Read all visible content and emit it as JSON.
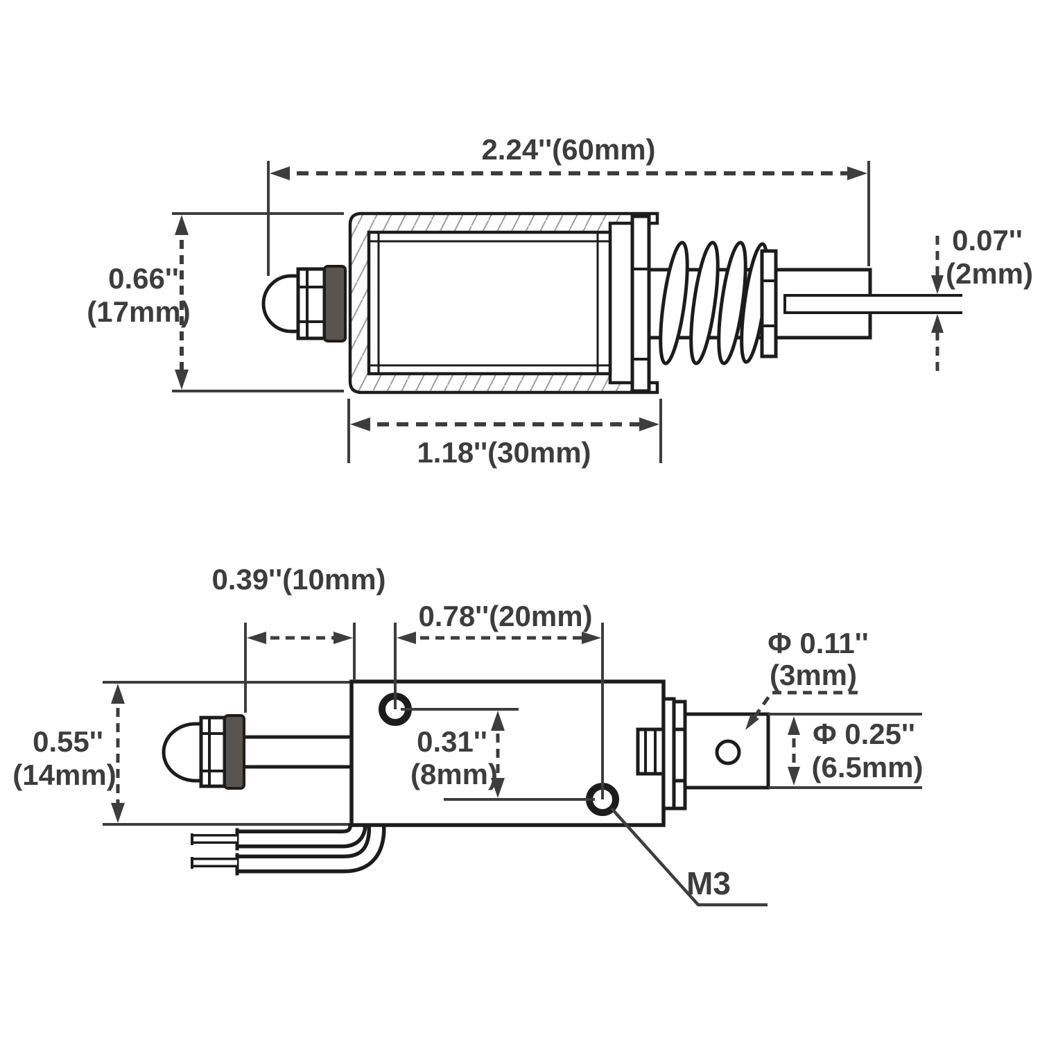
{
  "colors": {
    "bg": "#ffffff",
    "line": "#1c1c1c",
    "dim": "#3d3d3d",
    "washer": "#59544f",
    "hatch": "#9a9a9a"
  },
  "side_view": {
    "dims": {
      "overall_length": "2.24''(60mm)",
      "frame_height_in": "0.66''",
      "frame_height_mm": "(17mm)",
      "slot_in": "0.07''",
      "slot_mm": "(2mm)",
      "frame_length": "1.18''(30mm)"
    }
  },
  "flat_view": {
    "dims": {
      "plunger_travel": "0.39''(10mm)",
      "hole_spacing": "0.78''(20mm)",
      "body_width_in": "0.55''",
      "body_width_mm": "(14mm)",
      "hole_offset_in": "0.31''",
      "hole_offset_mm": "(8mm)",
      "bar_hole_dia_in": "Φ 0.11''",
      "bar_hole_dia_mm": "(3mm)",
      "bar_width_in": "Φ 0.25''",
      "bar_width_mm": "(6.5mm)",
      "thread": "M3"
    }
  }
}
